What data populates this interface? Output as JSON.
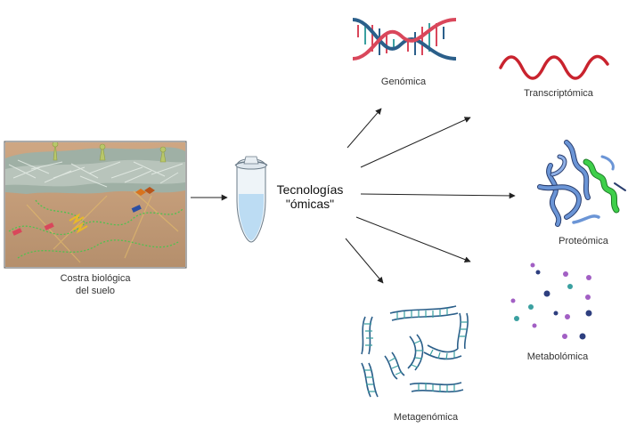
{
  "soil": {
    "line1": "Costra biológica",
    "line2": "del suelo"
  },
  "center": {
    "line1": "Tecnologías",
    "line2": "\"ómicas\""
  },
  "omics": {
    "genomics": "Genómica",
    "transcriptomics": "Transcriptómica",
    "proteomics": "Proteómica",
    "metabolomics": "Metabolómica",
    "metagenomics": "Metagenómica"
  },
  "colors": {
    "dna_red": "#d9475b",
    "dna_blue": "#2b5f8a",
    "dna_teal": "#3aa0a0",
    "rna_red": "#c9232e",
    "protein_blue": "#6b95d6",
    "protein_green": "#3ecf4a",
    "soil_brown": "#c9a07a",
    "crust_gray": "#9aa6a0",
    "tube_blue": "#bcdcf3"
  }
}
